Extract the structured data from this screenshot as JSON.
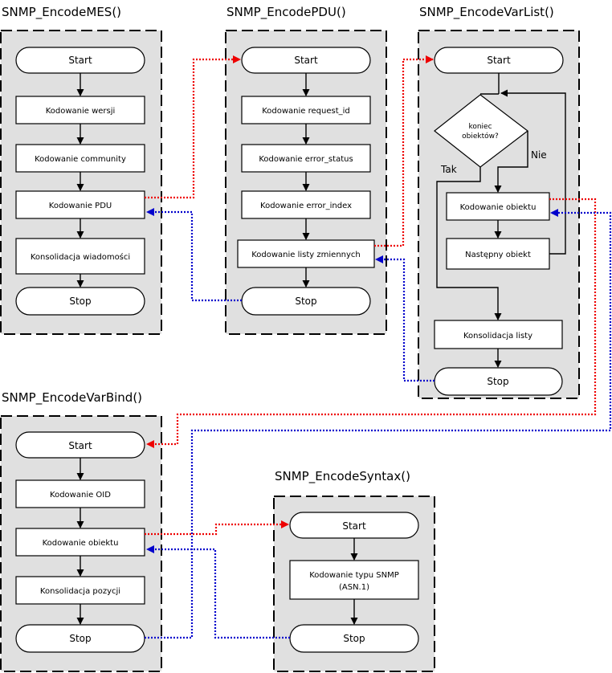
{
  "functions": {
    "mes": {
      "title": "SNMP_EncodeMES()",
      "start": "Start",
      "steps": [
        "Kodowanie wersji",
        "Kodowanie community",
        "Kodowanie PDU",
        "Konsolidacja wiadomości"
      ],
      "stop": "Stop"
    },
    "pdu": {
      "title": "SNMP_EncodePDU()",
      "start": "Start",
      "steps": [
        "Kodowanie request_id",
        "Kodowanie error_status",
        "Kodowanie error_index",
        "Kodowanie listy zmiennych"
      ],
      "stop": "Stop"
    },
    "varlist": {
      "title": "SNMP_EncodeVarList()",
      "start": "Start",
      "decision": [
        "koniec",
        "obiektów?"
      ],
      "decision_no": "Nie",
      "decision_yes": "Tak",
      "steps": [
        "Kodowanie obiektu",
        "Następny obiekt",
        "Konsolidacja listy"
      ],
      "stop": "Stop"
    },
    "varbind": {
      "title": "SNMP_EncodeVarBind()",
      "start": "Start",
      "steps": [
        "Kodowanie OID",
        "Kodowanie obiektu",
        "Konsolidacja pozycji"
      ],
      "stop": "Stop"
    },
    "syntax": {
      "title": "SNMP_EncodeSyntax()",
      "start": "Start",
      "steps": [
        [
          "Kodowanie typu SNMP",
          "(ASN.1)"
        ]
      ],
      "stop": "Stop"
    }
  }
}
